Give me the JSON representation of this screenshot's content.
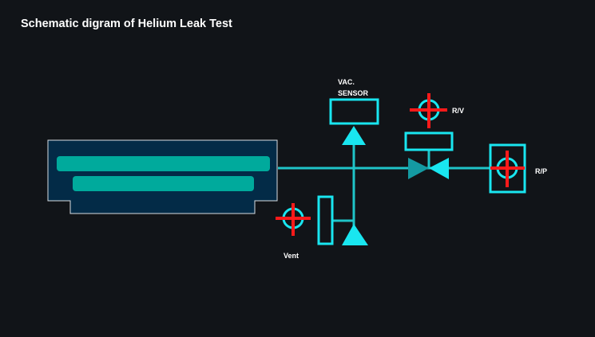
{
  "title": "Schematic digram of Helium Leak Test",
  "labels": {
    "vac_sensor_line1": "VAC.",
    "vac_sensor_line2": "SENSOR",
    "rv": "R/V",
    "rp": "R/P",
    "vent": "Vent"
  },
  "colors": {
    "background": "#111418",
    "pipe": "#1fc4c8",
    "symbol": "#19e6f0",
    "chamber_fill": "#032b47",
    "chamber_bar": "#00aa9c",
    "red_cross": "#ff1a1a"
  }
}
